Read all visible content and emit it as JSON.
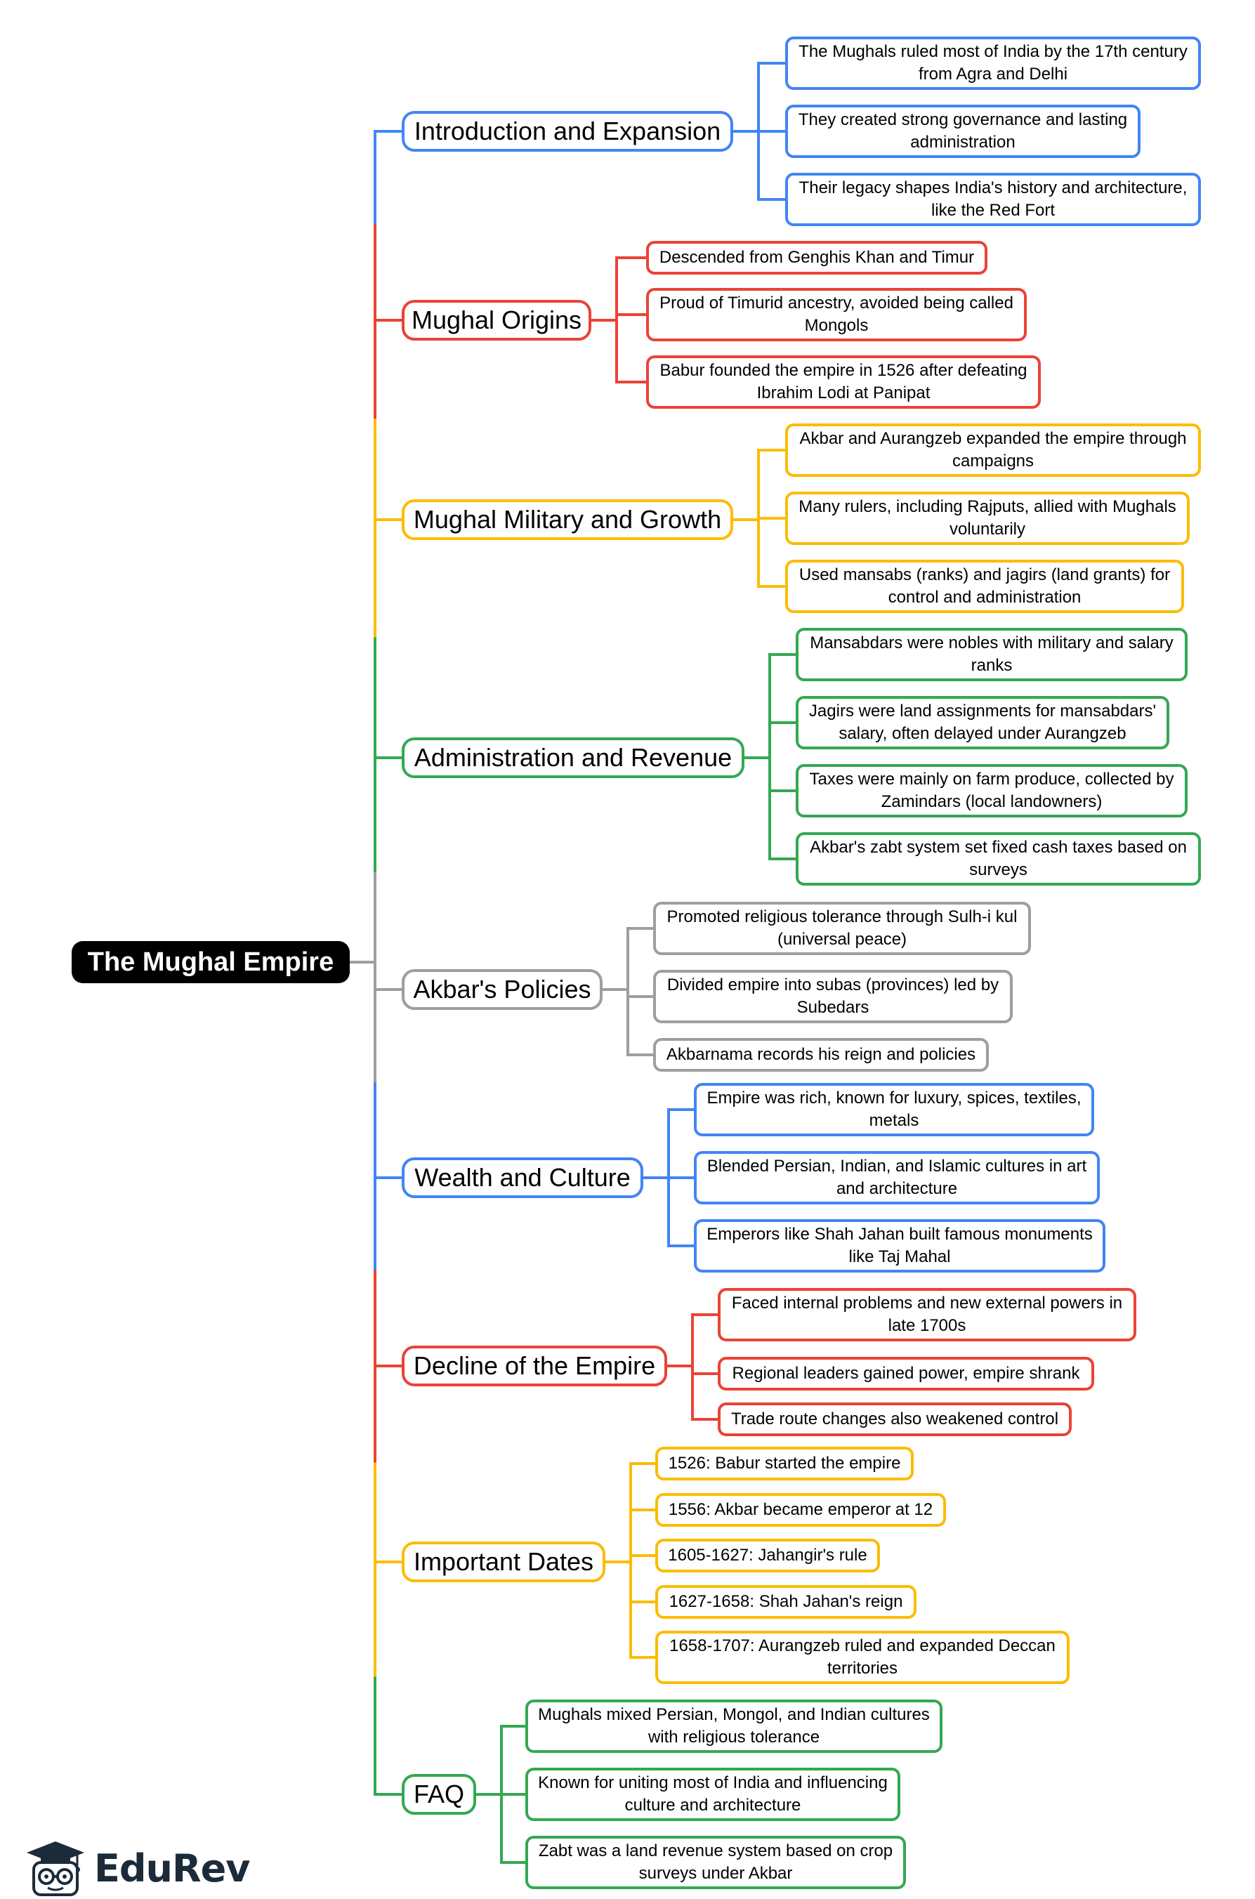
{
  "colors": {
    "blue": "#4285f4",
    "red": "#ea4335",
    "yellow": "#fbbc04",
    "green": "#34a853",
    "gray": "#9e9e9e",
    "root_bg": "#000000"
  },
  "root": {
    "label": "The Mughal Empire"
  },
  "branches": [
    {
      "label": "Introduction and Expansion",
      "color": "blue",
      "items": [
        "The Mughals ruled most of India by the 17th century from Agra and Delhi",
        "They created strong governance and lasting administration",
        "Their legacy shapes India's history and architecture, like the Red Fort"
      ]
    },
    {
      "label": "Mughal Origins",
      "color": "red",
      "items": [
        "Descended from Genghis Khan and Timur",
        "Proud of Timurid ancestry, avoided being called Mongols",
        "Babur founded the empire in 1526 after defeating Ibrahim Lodi at Panipat"
      ]
    },
    {
      "label": "Mughal Military and Growth",
      "color": "yellow",
      "items": [
        "Akbar and Aurangzeb expanded the empire through campaigns",
        "Many rulers, including Rajputs, allied with Mughals voluntarily",
        "Used mansabs (ranks) and jagirs (land grants) for control and administration"
      ]
    },
    {
      "label": "Administration and Revenue",
      "color": "green",
      "items": [
        "Mansabdars were nobles with military and salary ranks",
        "Jagirs were land assignments for mansabdars' salary, often delayed under Aurangzeb",
        "Taxes were mainly on farm produce, collected by Zamindars (local landowners)",
        "Akbar's zabt system set fixed cash taxes based on surveys"
      ]
    },
    {
      "label": "Akbar's Policies",
      "color": "gray",
      "items": [
        "Promoted religious tolerance through Sulh-i kul (universal peace)",
        "Divided empire into subas (provinces) led by Subedars",
        "Akbarnama records his reign and policies"
      ]
    },
    {
      "label": "Wealth and Culture",
      "color": "blue",
      "items": [
        "Empire was rich, known for luxury, spices, textiles, metals",
        "Blended Persian, Indian, and Islamic cultures in art and architecture",
        "Emperors like Shah Jahan built famous monuments like Taj Mahal"
      ]
    },
    {
      "label": "Decline of the Empire",
      "color": "red",
      "items": [
        "Faced internal problems and new external powers in late 1700s",
        "Regional leaders gained power, empire shrank",
        "Trade route changes also weakened control"
      ]
    },
    {
      "label": "Important Dates",
      "color": "yellow",
      "items": [
        "1526: Babur started the empire",
        "1556: Akbar became emperor at 12",
        "1605-1627: Jahangir's rule",
        "1627-1658: Shah Jahan's reign",
        "1658-1707: Aurangzeb ruled and expanded Deccan territories"
      ]
    },
    {
      "label": "FAQ",
      "color": "green",
      "items": [
        "Mughals mixed Persian, Mongol, and Indian cultures with religious tolerance",
        "Known for uniting most of India and influencing culture and architecture",
        "Zabt was a land revenue system based on crop surveys under Akbar"
      ]
    }
  ],
  "logo": {
    "text": "EduRev"
  }
}
